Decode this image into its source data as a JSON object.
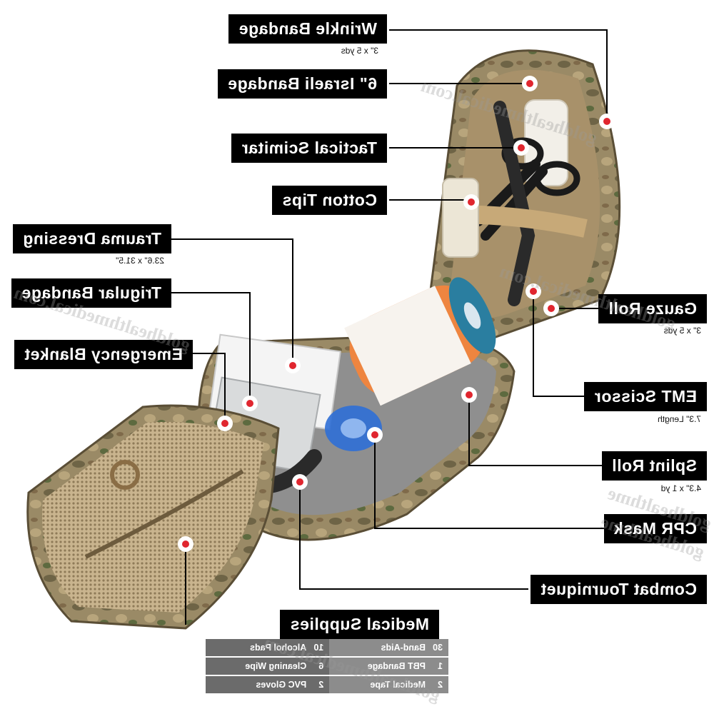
{
  "labels": {
    "wrinkle_bandage": {
      "title": "Wrinkle Bandage",
      "sub": "3\" x 5 yds"
    },
    "israeli_bandage": {
      "title": "6\" Israeli Bandage"
    },
    "tactical_scimitar": {
      "title": "Tactical Scimitar"
    },
    "cotton_tips": {
      "title": "Cotton Tips"
    },
    "trauma_dressing": {
      "title": "Trauma Dressing",
      "sub": "23.6\" x 31.5\""
    },
    "triangular_bandage": {
      "title": "Trigular Bandage"
    },
    "emergency_blanket": {
      "title": "Emergency Blanket"
    },
    "gauze_roll": {
      "title": "Gauze Roll",
      "sub": "3\" x 5 yds"
    },
    "emt_scissor": {
      "title": "EMT Scissor",
      "sub": "7.3\" Length"
    },
    "splint_roll": {
      "title": "Splint Roll",
      "sub": "4.3\" x 1 yd"
    },
    "cpr_mask": {
      "title": "CPR Mask"
    },
    "combat_tourniquet": {
      "title": "Combat Tourniquet"
    },
    "medical_supplies": {
      "title": "Medical Supplies"
    }
  },
  "supplies": [
    {
      "left_qty": "30",
      "left_item": "Band-Aids",
      "right_qty": "10",
      "right_item": "Alcohol Pads"
    },
    {
      "left_qty": "1",
      "left_item": "PBT Bandage",
      "right_qty": "6",
      "right_item": "Cleaning Wipe"
    },
    {
      "left_qty": "2",
      "left_item": "Medical Tape",
      "right_qty": "2",
      "right_item": "PVC Gloves"
    }
  ],
  "watermarks": [
    "goldhealthmedical.com",
    "goldhealthmedical.com",
    "goldhealthmedical.com",
    "goldhealthme",
    "goldhealthmedical.com",
    "goldhealthme"
  ],
  "colors": {
    "label_bg": "#000000",
    "label_text": "#ffffff",
    "marker": "#e0262f",
    "camo": "#8a7a5a",
    "tourniquet_orange": "#ee8540",
    "cpr_blue": "#2f6fd6"
  }
}
